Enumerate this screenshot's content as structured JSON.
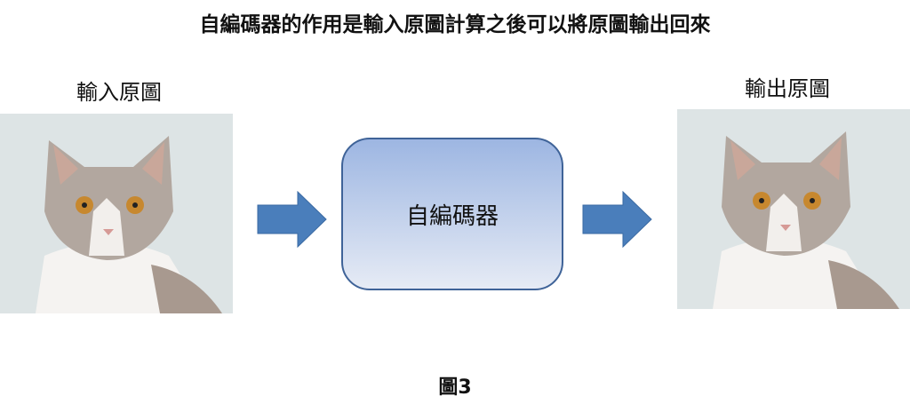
{
  "title": "自編碼器的作用是輸入原圖計算之後可以將原圖輸出回來",
  "input_label": "輸入原圖",
  "output_label": "輸出原圖",
  "encoder_label": "自編碼器",
  "figure_caption": "圖3",
  "colors": {
    "arrow": "#4a7ebb",
    "box_border": "#3f6398",
    "box_top": "#9db6e2",
    "box_bottom": "#e6ebf5"
  }
}
